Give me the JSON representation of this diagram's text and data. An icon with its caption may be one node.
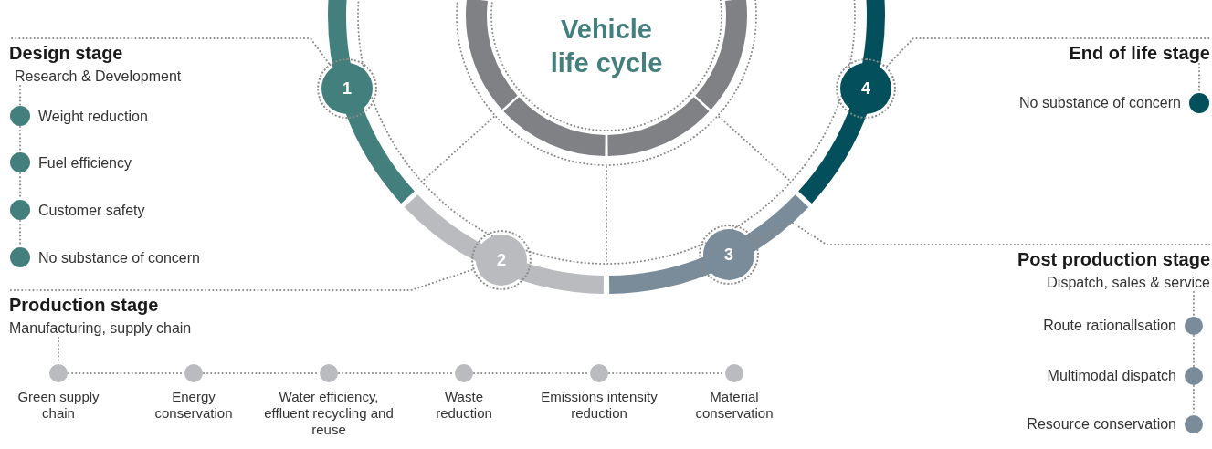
{
  "diagram": {
    "title": "Vehicle life cycle",
    "nodes": [
      {
        "text": [
          "1"
        ]
      },
      {
        "text": [
          "2"
        ]
      },
      {
        "text": [
          "3"
        ]
      },
      {
        "text": [
          "4"
        ]
      },
      {
        "text": [
          "Design stage",
          "Research & Development"
        ]
      },
      {
        "text": [],
        "shape": "circle",
        "beside": [
          "Weight reduction"
        ]
      },
      {
        "text": [],
        "shape": "circle",
        "beside": [
          "Fuel efficiency"
        ]
      },
      {
        "text": [],
        "shape": "circle",
        "beside": [
          "Customer safety"
        ]
      },
      {
        "text": [],
        "shape": "circle",
        "beside": [
          "No substance of concern"
        ]
      },
      {
        "text": [
          "Production stage",
          "Manufacturing, supply chain"
        ]
      },
      {
        "text": [],
        "shape": "circle",
        "beside": [
          "Green supply chain"
        ]
      },
      {
        "text": [],
        "shape": "circle",
        "beside": [
          "Energy conservation"
        ]
      },
      {
        "text": [],
        "shape": "circle",
        "beside": [
          "Water efficiency, effluent recycling and reuse"
        ]
      },
      {
        "text": [],
        "shape": "circle",
        "beside": [
          "Waste reduction"
        ]
      },
      {
        "text": [],
        "shape": "circle",
        "beside": [
          "Emissions intensity reduction"
        ]
      },
      {
        "text": [],
        "shape": "circle",
        "beside": [
          "Material conservation"
        ]
      },
      {
        "text": [
          "End of life stage"
        ]
      },
      {
        "text": [],
        "shape": "circle",
        "beside": [
          "No substance of concern"
        ]
      },
      {
        "text": [
          "Post production stage",
          "Dispatch, sales & service"
        ]
      },
      {
        "text": [],
        "shape": "circle",
        "beside": [
          "Route rationallsation"
        ]
      },
      {
        "text": [],
        "shape": "circle",
        "beside": [
          "Multimodal dispatch"
        ]
      },
      {
        "text": [],
        "shape": "circle",
        "beside": [
          "Resource conservation"
        ]
      }
    ],
    "edges": [
      {
        "from": 0,
        "to": 4,
        "arrow": "none"
      },
      {
        "from": 4,
        "to": 5,
        "arrow": "none"
      },
      {
        "from": 5,
        "to": 6,
        "arrow": "none"
      },
      {
        "from": 6,
        "to": 7,
        "arrow": "none"
      },
      {
        "from": 7,
        "to": 8,
        "arrow": "none"
      },
      {
        "from": 1,
        "to": 9,
        "arrow": "none"
      },
      {
        "from": 9,
        "to": 10,
        "arrow": "none"
      },
      {
        "from": 10,
        "to": 11,
        "arrow": "none"
      },
      {
        "from": 11,
        "to": 12,
        "arrow": "none"
      },
      {
        "from": 12,
        "to": 13,
        "arrow": "none"
      },
      {
        "from": 13,
        "to": 14,
        "arrow": "none"
      },
      {
        "from": 14,
        "to": 15,
        "arrow": "none"
      },
      {
        "from": 3,
        "to": 16,
        "arrow": "none"
      },
      {
        "from": 16,
        "to": 17,
        "arrow": "none"
      },
      {
        "from": 2,
        "to": 18,
        "arrow": "none"
      },
      {
        "from": 18,
        "to": 19,
        "arrow": "none"
      },
      {
        "from": 19,
        "to": 20,
        "arrow": "none"
      },
      {
        "from": 20,
        "to": 21,
        "arrow": "none"
      }
    ]
  }
}
